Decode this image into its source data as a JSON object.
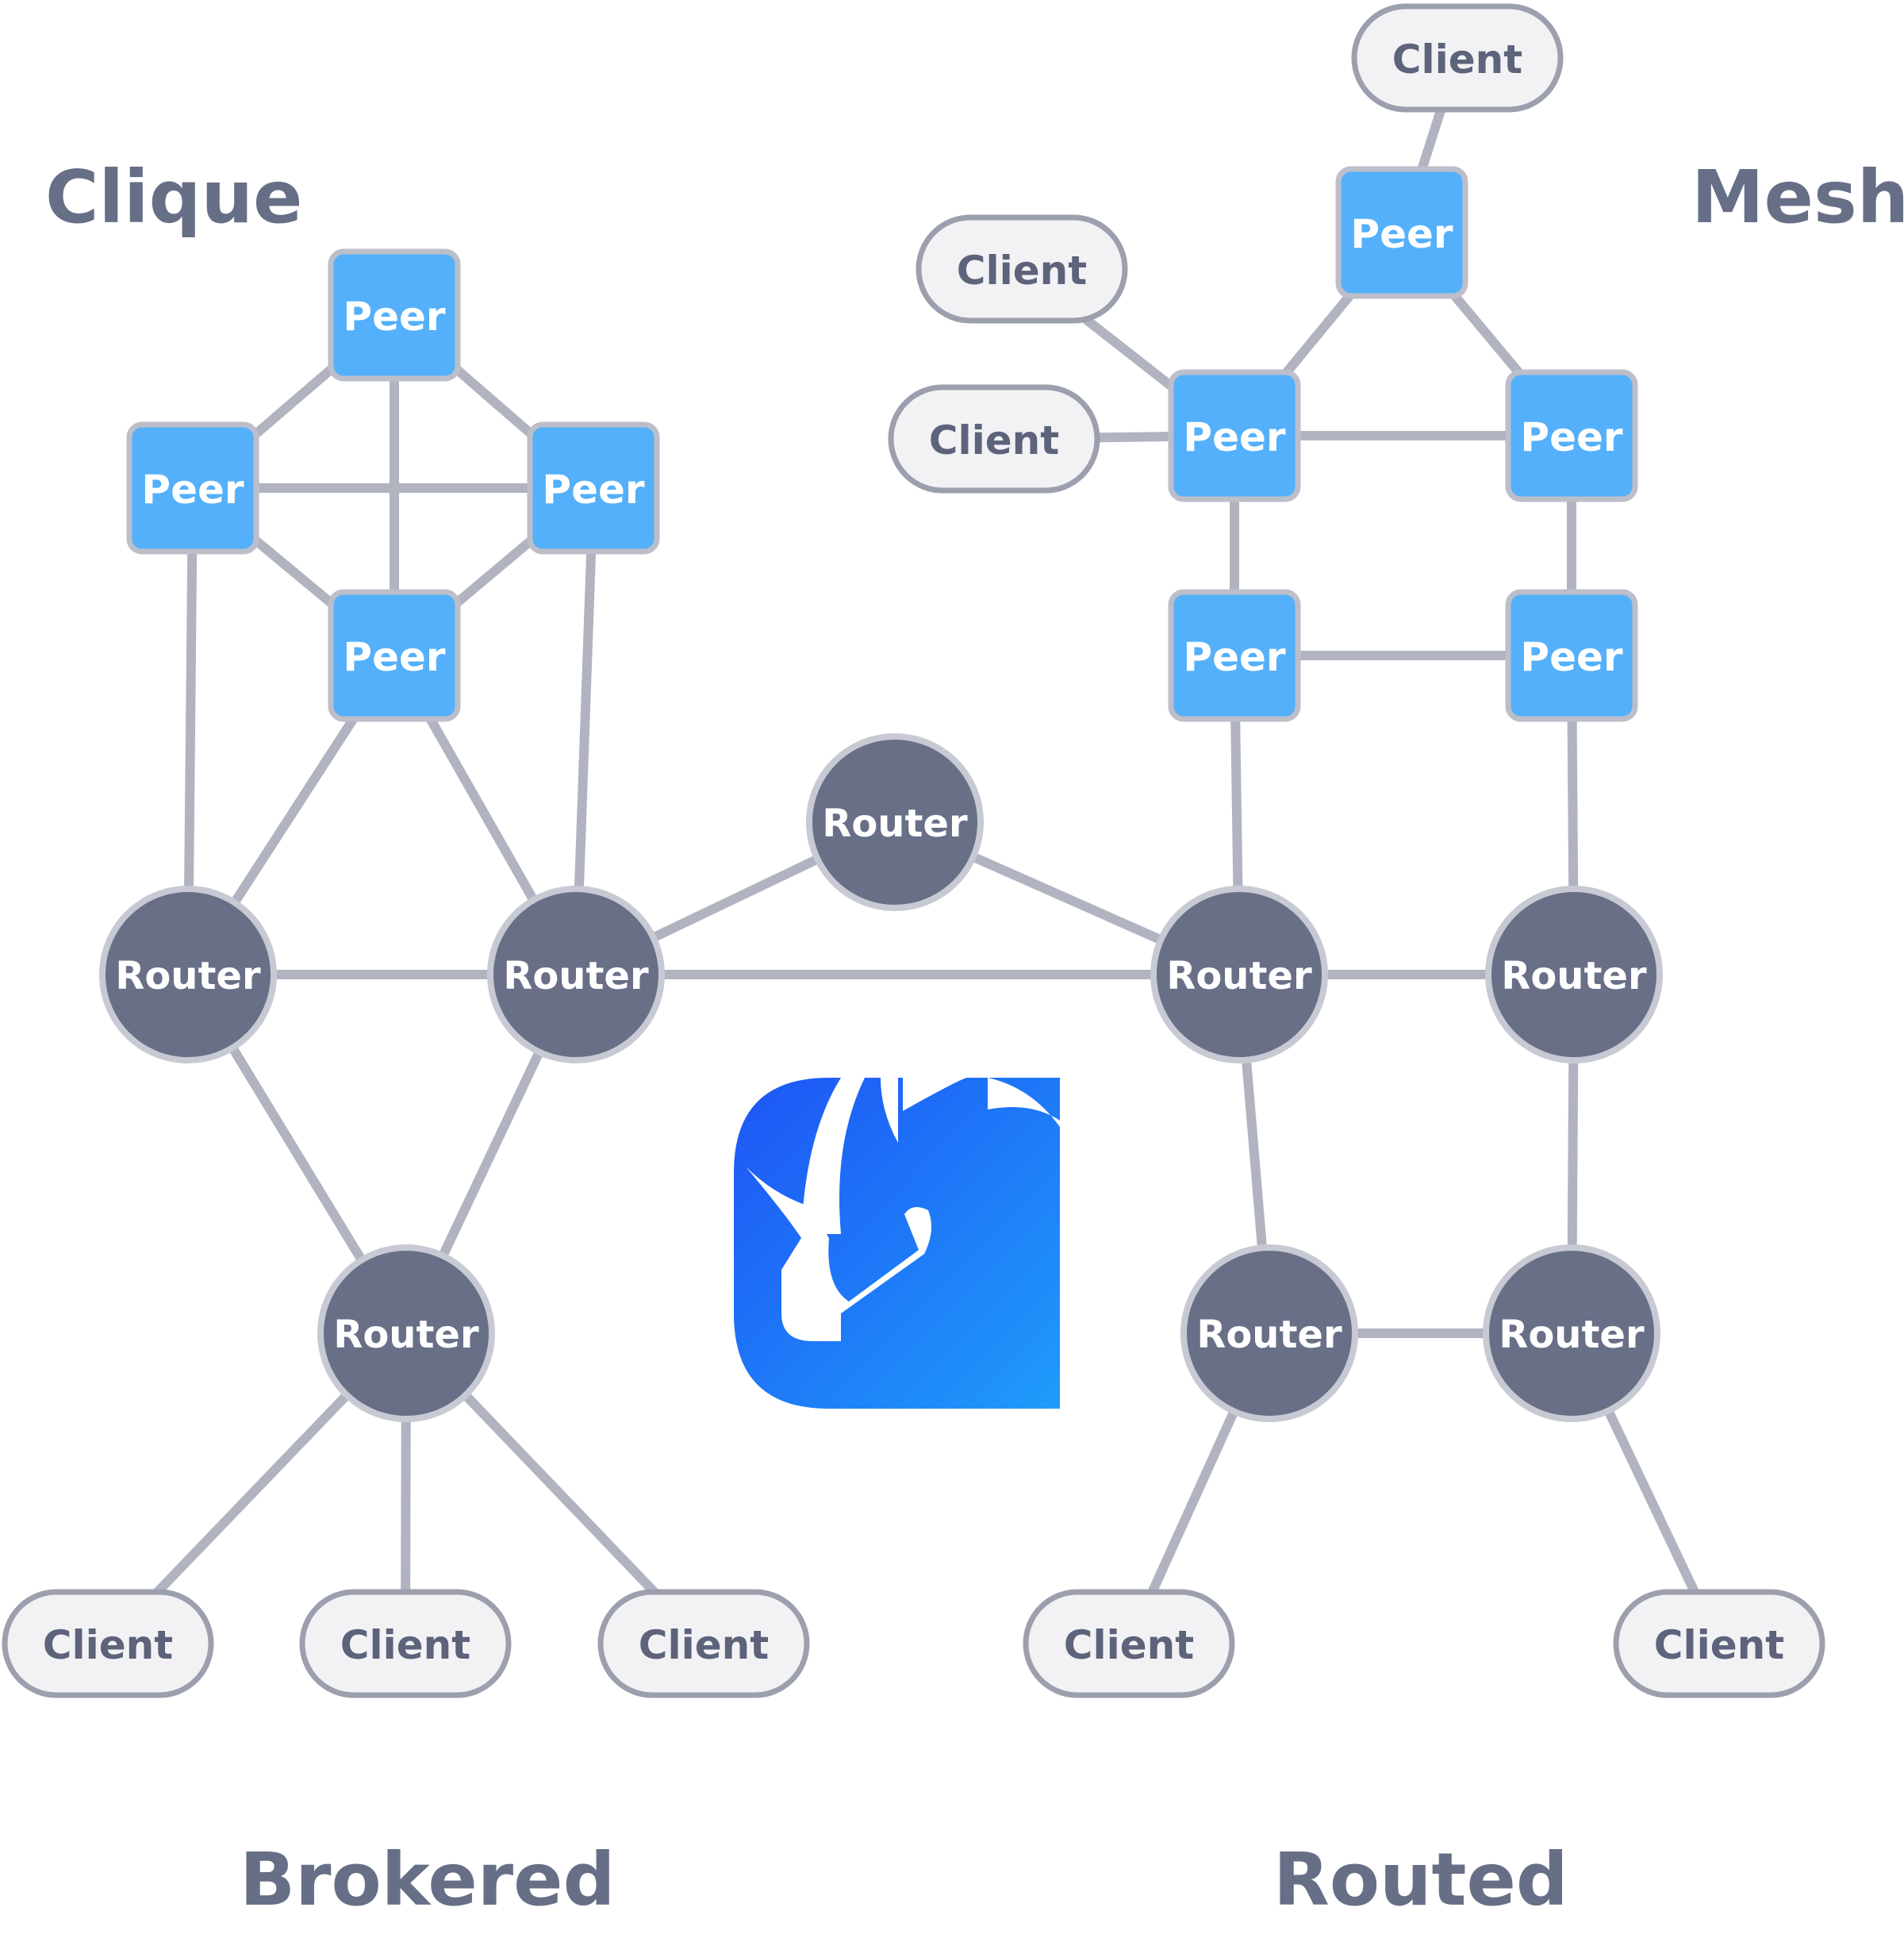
{
  "regions": {
    "clique": "Clique",
    "mesh": "Mesh",
    "brokered": "Brokered",
    "routed": "Routed"
  },
  "labels": {
    "peer": "Peer",
    "router": "Router",
    "client": "Client"
  },
  "colors": {
    "peer_fill": "#54b0fa",
    "peer_stroke": "#bcbec9",
    "router_fill": "#686f87",
    "router_stroke": "#c7c9d3",
    "client_fill": "#f2f2f5",
    "client_stroke": "#9c9fad",
    "edge": "#b1b3c0",
    "region_text": "#676f87",
    "logo_dark": "#1e55f5",
    "logo_light": "#1f9bfa"
  },
  "logo_icon": "network-logo-icon"
}
